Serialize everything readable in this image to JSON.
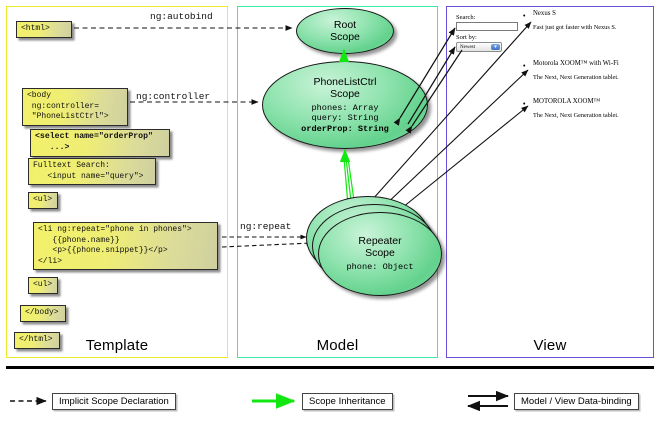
{
  "columns": {
    "template": {
      "label": "Template",
      "border_color": "#ecec2a"
    },
    "model": {
      "label": "Model",
      "border_color": "#3ceaa8"
    },
    "view": {
      "label": "View",
      "border_color": "#6a4fdb"
    }
  },
  "template_boxes": [
    {
      "id": "html-open",
      "text": "<html>"
    },
    {
      "id": "body-open",
      "text": "<body\n ng:controller=\n \"PhoneListCtrl\">"
    },
    {
      "id": "select",
      "text": "<select name=\"orderProp\"\n   ...>"
    },
    {
      "id": "fulltext",
      "text": "Fulltext Search:\n   <input name=\"query\">"
    },
    {
      "id": "ul-open",
      "text": "<ul>"
    },
    {
      "id": "li-repeat",
      "text": "<li ng:repeat=\"phone in phones\">\n   {{phone.name}}\n   <p>{{phone.snippet}}</p>\n</li>"
    },
    {
      "id": "ul-close",
      "text": "<ul>"
    },
    {
      "id": "body-close",
      "text": "</body>"
    },
    {
      "id": "html-close",
      "text": "</html>"
    }
  ],
  "scopes": [
    {
      "id": "root",
      "title": "Root\nScope",
      "props": []
    },
    {
      "id": "phonelist",
      "title": "PhoneListCtrl\nScope",
      "props": [
        "phones: Array",
        "query: String",
        "orderProp: String"
      ],
      "bold_prop_index": 2
    },
    {
      "id": "repeater",
      "title": "Repeater\nScope",
      "props": [
        "phone: Object"
      ]
    }
  ],
  "connector_labels": [
    {
      "id": "ng-autobind",
      "text": "ng:autobind"
    },
    {
      "id": "ng-controller",
      "text": "ng:controller"
    },
    {
      "id": "ng-repeat",
      "text": "ng:repeat"
    }
  ],
  "view": {
    "search_label": "Search:",
    "search_value": "",
    "sort_label": "Sort by:",
    "sort_selected": "Newest",
    "phones": [
      {
        "name": "Nexus S",
        "snippet": "Fast just got faster with Nexus S."
      },
      {
        "name": "Motorola XOOM™ with Wi-Fi",
        "snippet": "The Next, Next Generation tablet."
      },
      {
        "name": "MOTOROLA XOOM™",
        "snippet": "The Next, Next Generation tablet."
      }
    ]
  },
  "legend": [
    {
      "id": "implicit-scope-declaration",
      "text": "Implicit Scope Declaration",
      "style": "dashed-arrow",
      "color": "#000000"
    },
    {
      "id": "scope-inheritance",
      "text": "Scope Inheritance",
      "style": "green-arrow",
      "color": "#12e712"
    },
    {
      "id": "model-view-data-binding",
      "text": "Model / View Data-binding",
      "style": "double-arrow",
      "color": "#000000"
    }
  ]
}
